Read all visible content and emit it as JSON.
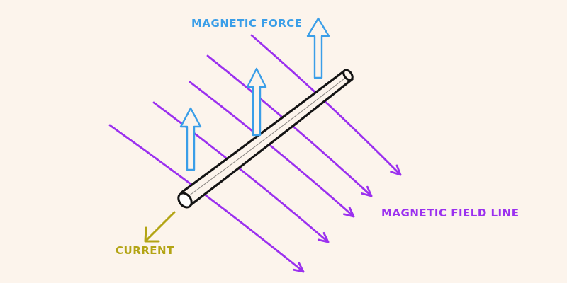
{
  "labels": {
    "magnetic_force": "MAGNETIC FORCE",
    "magnetic_field_line": "MAGNETIC FIELD LINE",
    "current": "CURRENT"
  },
  "colors": {
    "background": "#fcf4ec",
    "force": "#3a9ee8",
    "field": "#9b30ef",
    "current": "#b3a414",
    "wire": "#141414"
  },
  "icons": {
    "force": "up-arrow-icon",
    "field": "diagonal-arrow-icon",
    "current": "arrow-down-left-icon"
  }
}
